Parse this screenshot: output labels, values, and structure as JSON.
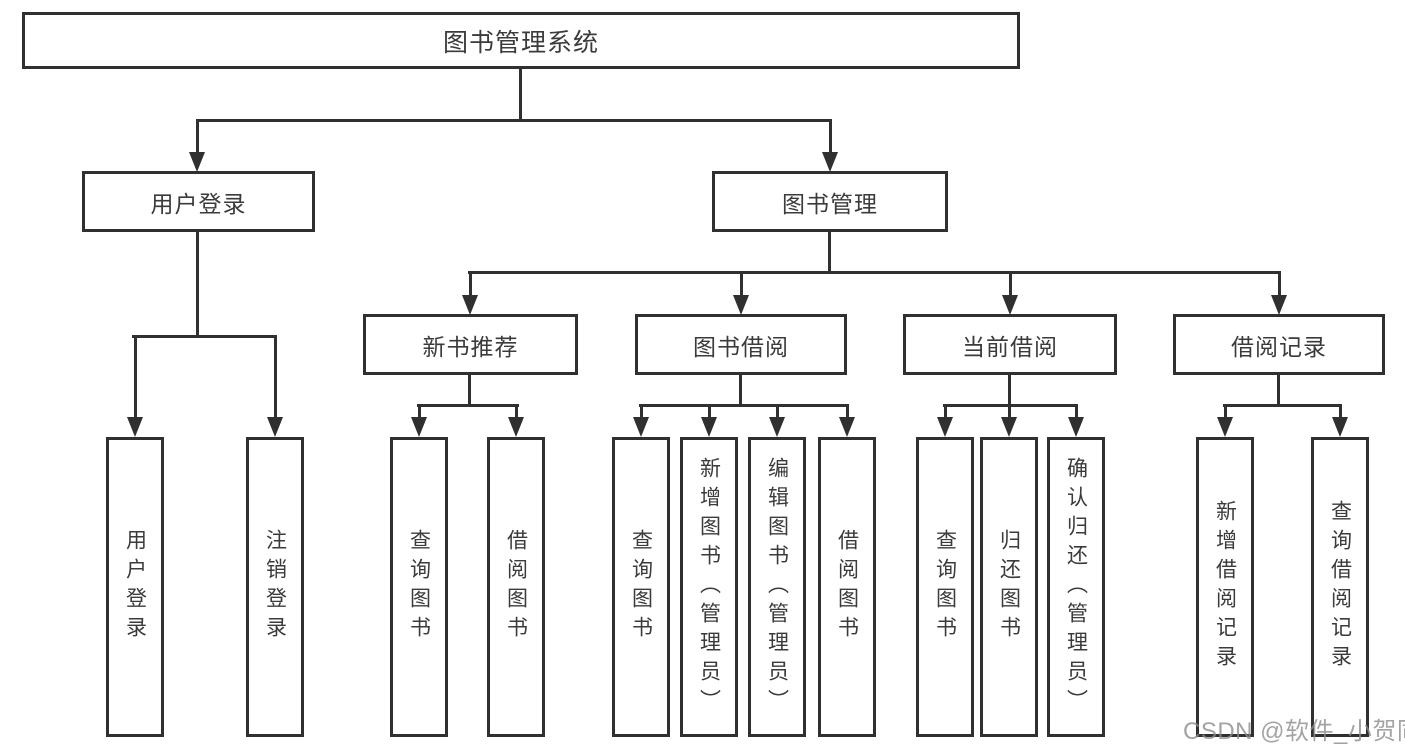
{
  "tree": {
    "root": {
      "label": "图书管理系统",
      "children": [
        {
          "label": "用户登录",
          "children": [
            {
              "label": "用户登录"
            },
            {
              "label": "注销登录"
            }
          ]
        },
        {
          "label": "图书管理",
          "children": [
            {
              "label": "新书推荐",
              "children": [
                {
                  "label": "查询图书"
                },
                {
                  "label": "借阅图书"
                }
              ]
            },
            {
              "label": "图书借阅",
              "children": [
                {
                  "label": "查询图书"
                },
                {
                  "label": "新增图书（管理员）"
                },
                {
                  "label": "编辑图书（管理员）"
                },
                {
                  "label": "借阅图书"
                }
              ]
            },
            {
              "label": "当前借阅",
              "children": [
                {
                  "label": "查询图书"
                },
                {
                  "label": "归还图书"
                },
                {
                  "label": "确认归还（管理员）"
                }
              ]
            },
            {
              "label": "借阅记录",
              "children": [
                {
                  "label": "新增借阅记录"
                },
                {
                  "label": "查询借阅记录"
                }
              ]
            }
          ]
        }
      ]
    }
  },
  "watermark": "CSDN @软件_小贺同学",
  "colors": {
    "line": "#303030",
    "text": "#3b3b3b",
    "watermark_gray": "#8c8c8c",
    "background": "#ffffff"
  }
}
